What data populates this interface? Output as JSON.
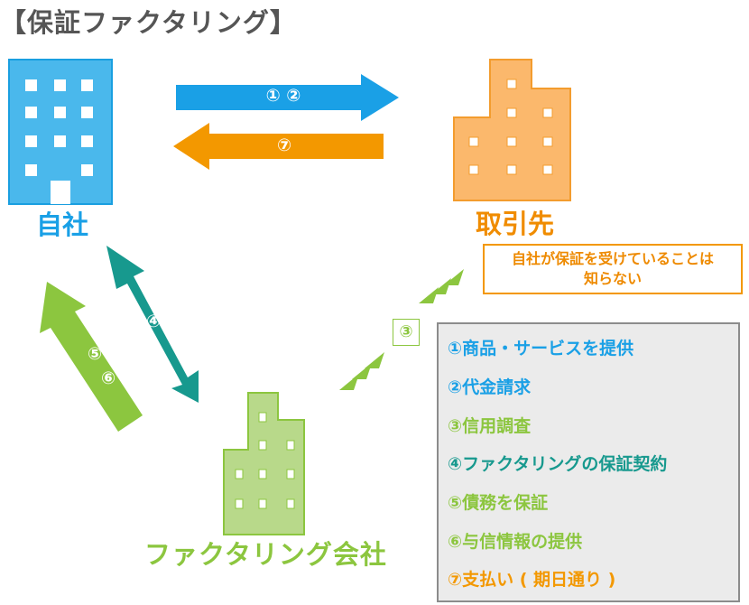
{
  "title": "【保証ファクタリング】",
  "entities": {
    "self": "自社",
    "partner": "取引先",
    "factoring": "ファクタリング会社"
  },
  "note": {
    "line1": "自社が保証を受けていることは",
    "line2": "知らない"
  },
  "arrows": {
    "self_to_partner": "① ②",
    "partner_to_self": "⑦",
    "self_factoring_both": "④",
    "factoring_to_self_1": "⑤",
    "factoring_to_self_2": "⑥",
    "factoring_to_partner": "③"
  },
  "legend": [
    {
      "text": "①商品・サービスを提供",
      "color": "#1aa0e6"
    },
    {
      "text": "②代金請求",
      "color": "#1aa0e6"
    },
    {
      "text": "③信用調査",
      "color": "#8cc63f"
    },
    {
      "text": "④ファクタリングの保証契約",
      "color": "#17998e"
    },
    {
      "text": "⑤債務を保証",
      "color": "#8cc63f"
    },
    {
      "text": "⑥与信情報の提供",
      "color": "#8cc63f"
    },
    {
      "text": "⑦支払い ( 期日通り )",
      "color": "#f39800"
    }
  ],
  "colors": {
    "blue": "#1aa0e6",
    "orange": "#f39800",
    "teal": "#17998e",
    "green": "#8cc63f",
    "partner_building": "#fbb86c",
    "factoring_building": "#b8d98a"
  }
}
